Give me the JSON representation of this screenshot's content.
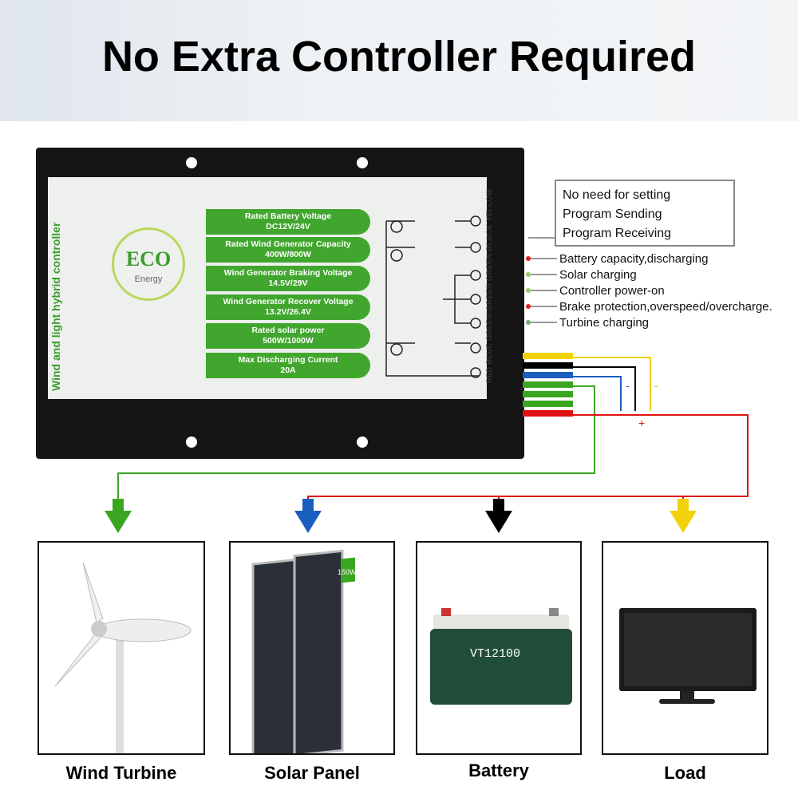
{
  "title": "No Extra Controller Required",
  "controller": {
    "side_title": "Wind and light hybrid controller",
    "logo": {
      "name": "ECO",
      "sub": "Energy"
    },
    "specs": [
      {
        "label": "Rated Battery Voltage",
        "value": "DC12V/24V"
      },
      {
        "label": "Rated Wind Generator Capacity",
        "value": "400W/800W"
      },
      {
        "label": "Wind Generator Braking Voltage",
        "value": "14.5V/29V"
      },
      {
        "label": "Wind Generator Recover Voltage",
        "value": "13.2V/26.4V"
      },
      {
        "label": "Rated solar power",
        "value": "500W/1000W"
      },
      {
        "label": "Max Discharging Current",
        "value": "20A"
      }
    ],
    "wire_labels": "RED  BLUE  GREEN  GREEN  GREEN  BLACK  YELLOW",
    "terminal_symbols": {
      "plus": "+",
      "minus": "-",
      "ac": "~"
    }
  },
  "note_box": [
    "No need for setting",
    "Program Sending",
    "Program Receiving"
  ],
  "leds": [
    "Battery capacity,discharging",
    "Solar charging",
    "Controller power-on",
    "Brake protection,overspeed/overcharge.",
    "Turbine charging"
  ],
  "wire_signs": {
    "minus1": "-",
    "minus2": "-",
    "plus": "+"
  },
  "colors": {
    "green": "#3aa61f",
    "blue": "#1a5fc0",
    "black": "#000000",
    "yellow": "#f2d20c",
    "red": "#e01010"
  },
  "battery_model": "VT12100",
  "panel_badge": "150W",
  "components": [
    "Wind Turbine",
    "Solar Panel",
    "Battery",
    "Load"
  ]
}
